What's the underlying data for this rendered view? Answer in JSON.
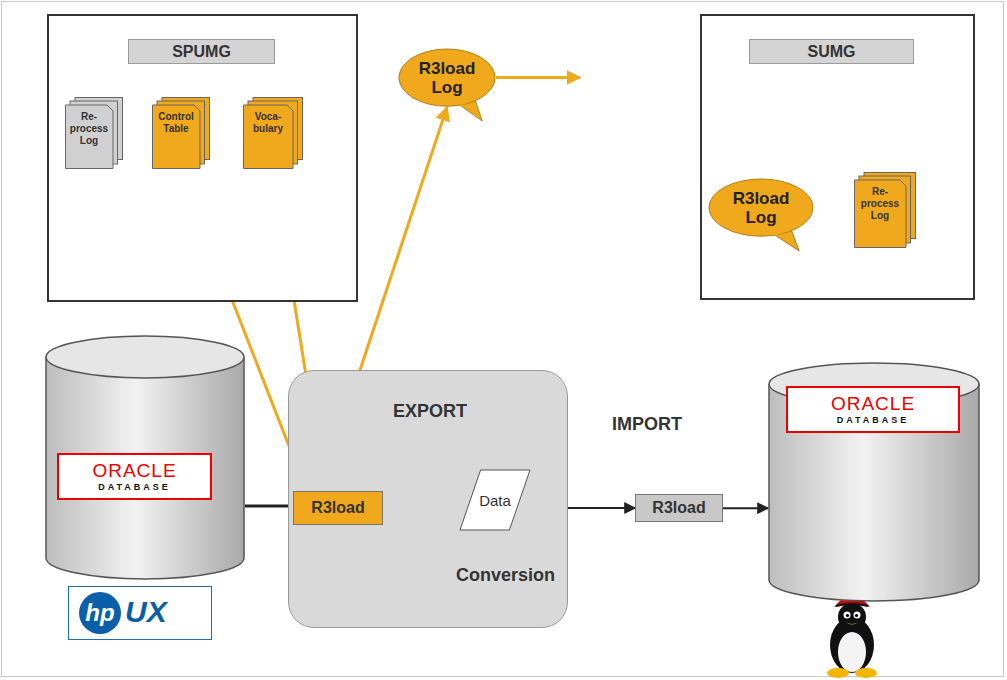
{
  "diagram": {
    "nodes": [
      {
        "text": [
          "SPUMG"
        ]
      },
      {
        "text": [
          "Re- process Log"
        ],
        "in": 0
      },
      {
        "text": [
          "Control Table"
        ],
        "in": 0
      },
      {
        "text": [
          "Voca- bulary"
        ],
        "in": 0
      },
      {
        "text": [
          "R3load Log"
        ]
      },
      {
        "text": [
          "SUMG"
        ]
      },
      {
        "text": [
          "R3load Log"
        ],
        "in": 5
      },
      {
        "text": [
          "Re- process Log"
        ],
        "in": 5
      },
      {
        "text": [
          "EXPORT",
          "Conversion"
        ]
      },
      {
        "text": [
          "R3load"
        ],
        "in": 8
      },
      {
        "text": [
          "Data"
        ],
        "in": 8
      },
      {
        "text": [
          "ORACLE",
          "DATABASE"
        ]
      },
      {
        "text": [
          "R3load"
        ]
      },
      {
        "text": [
          "ORACLE",
          "DATABASE"
        ]
      }
    ],
    "edges": [
      {
        "from": 2,
        "to": 9,
        "arrow": "to"
      },
      {
        "from": 3,
        "to": 9,
        "arrow": "to"
      },
      {
        "from": 9,
        "to": 4,
        "arrow": "to"
      },
      {
        "from": 4,
        "to": 5,
        "arrow": "to"
      },
      {
        "from": 11,
        "to": 9,
        "arrow": "none"
      },
      {
        "from": 10,
        "to": 12,
        "arrow": "to"
      },
      {
        "from": 12,
        "to": 13,
        "arrow": "to"
      }
    ],
    "labels": [
      "IMPORT",
      "hp",
      "UX"
    ]
  }
}
